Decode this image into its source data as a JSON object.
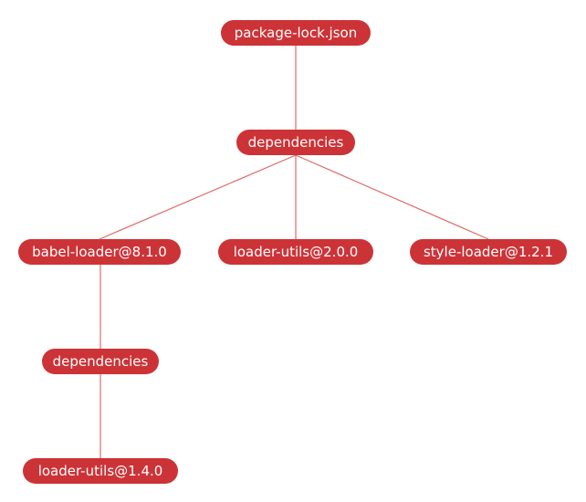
{
  "colors": {
    "node_fill": "#cc3337",
    "edge": "#e06a6a",
    "text": "#ffffff"
  },
  "tree": {
    "root": "package-lock.json",
    "dependencies_label": "dependencies",
    "packages": [
      {
        "name": "babel-loader@8.1.0"
      },
      {
        "name": "loader-utils@2.0.0"
      },
      {
        "name": "style-loader@1.2.1"
      }
    ],
    "nested": {
      "dependencies_label": "dependencies",
      "packages": [
        {
          "name": "loader-utils@1.4.0"
        }
      ]
    }
  }
}
